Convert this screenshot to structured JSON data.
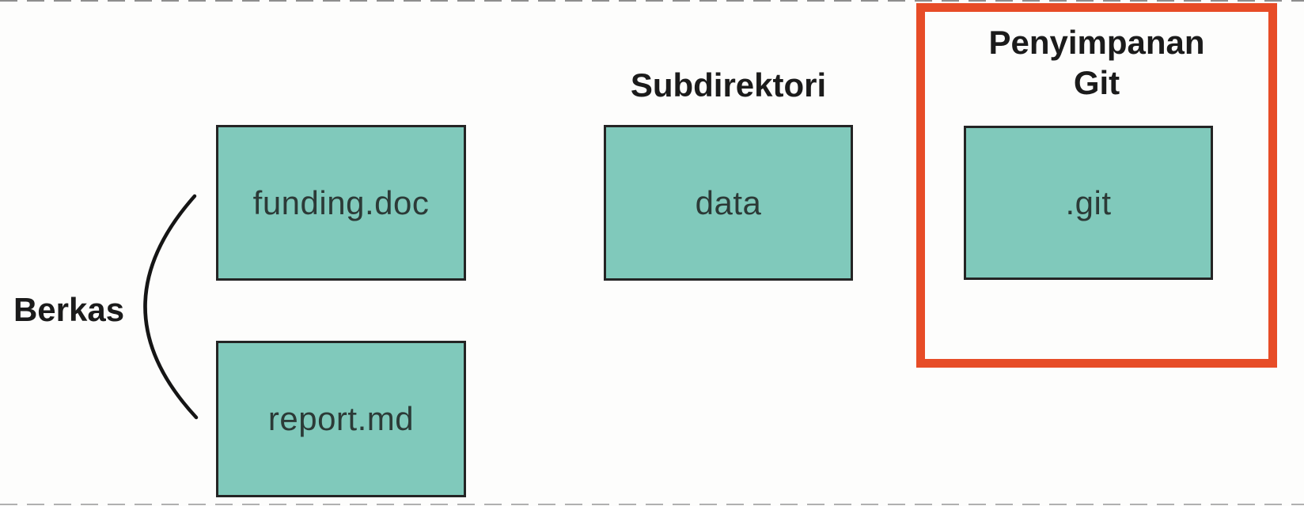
{
  "diagram": {
    "title_context": "Git repository directory structure diagram",
    "labels": {
      "files_group": "Berkas",
      "subdirectory": "Subdirektori",
      "git_storage": "Penyimpanan Git"
    },
    "boxes": {
      "file1": "funding.doc",
      "file2": "report.md",
      "subdir": "data",
      "git_dir": ".git"
    },
    "colors": {
      "box_fill": "#80c9bb",
      "box_border": "#242424",
      "box_text": "#2c3a37",
      "label_text": "#1b1b1b",
      "highlight_border": "#e74c27",
      "background": "#fdfdfc"
    }
  }
}
